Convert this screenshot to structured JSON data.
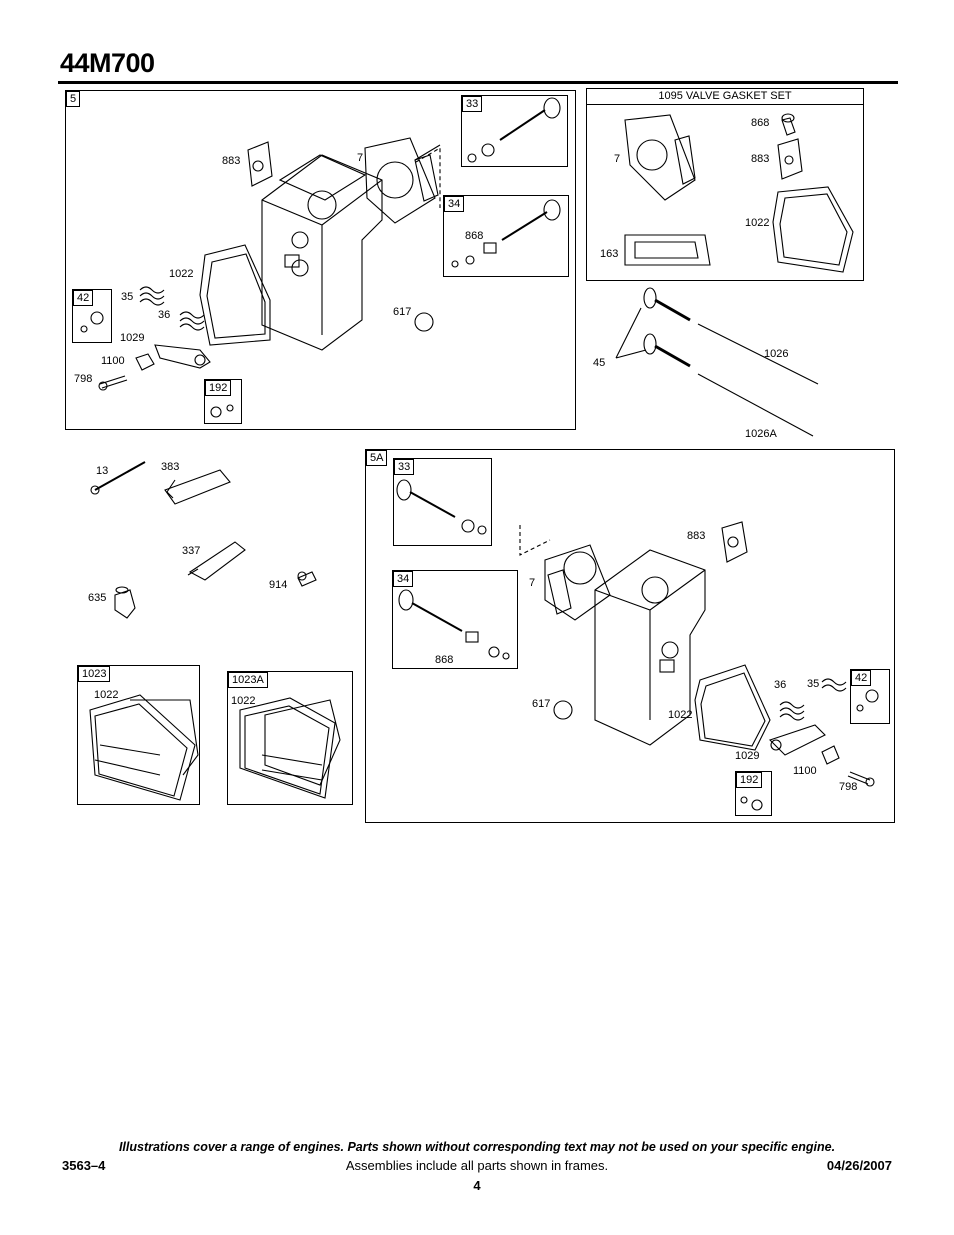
{
  "model": "44M700",
  "kit": {
    "label": "1095 VALVE GASKET SET"
  },
  "frames": {
    "f5": "5",
    "f33a": "33",
    "f34a": "34",
    "f42a": "42",
    "f192a": "192",
    "f5a": "5A",
    "f33b": "33",
    "f34b": "34",
    "f42b": "42",
    "f192b": "192",
    "f1023": "1023",
    "f1023a": "1023A"
  },
  "labels": {
    "a883": "883",
    "a7": "7",
    "a1022": "1022",
    "a35": "35",
    "a36": "36",
    "a1029": "1029",
    "a1100": "1100",
    "a798": "798",
    "a617": "617",
    "a868": "868",
    "k868": "868",
    "k7": "7",
    "k883": "883",
    "k1022": "1022",
    "k163": "163",
    "v45": "45",
    "v1026": "1026",
    "v1026a": "1026A",
    "m13": "13",
    "m383": "383",
    "m337": "337",
    "m914": "914",
    "m635": "635",
    "c1022a": "1022",
    "c1022b": "1022",
    "b883": "883",
    "b7": "7",
    "b868": "868",
    "b617": "617",
    "b1022": "1022",
    "b36": "36",
    "b35": "35",
    "b1029": "1029",
    "b1100": "1100",
    "b798": "798"
  },
  "footer": {
    "disclaimer": "Illustrations cover a range of engines. Parts shown without corresponding text may not be used on your specific engine.",
    "doc_number": "3563–4",
    "note": "Assemblies include all parts shown in frames.",
    "date": "04/26/2007",
    "page": "4"
  }
}
